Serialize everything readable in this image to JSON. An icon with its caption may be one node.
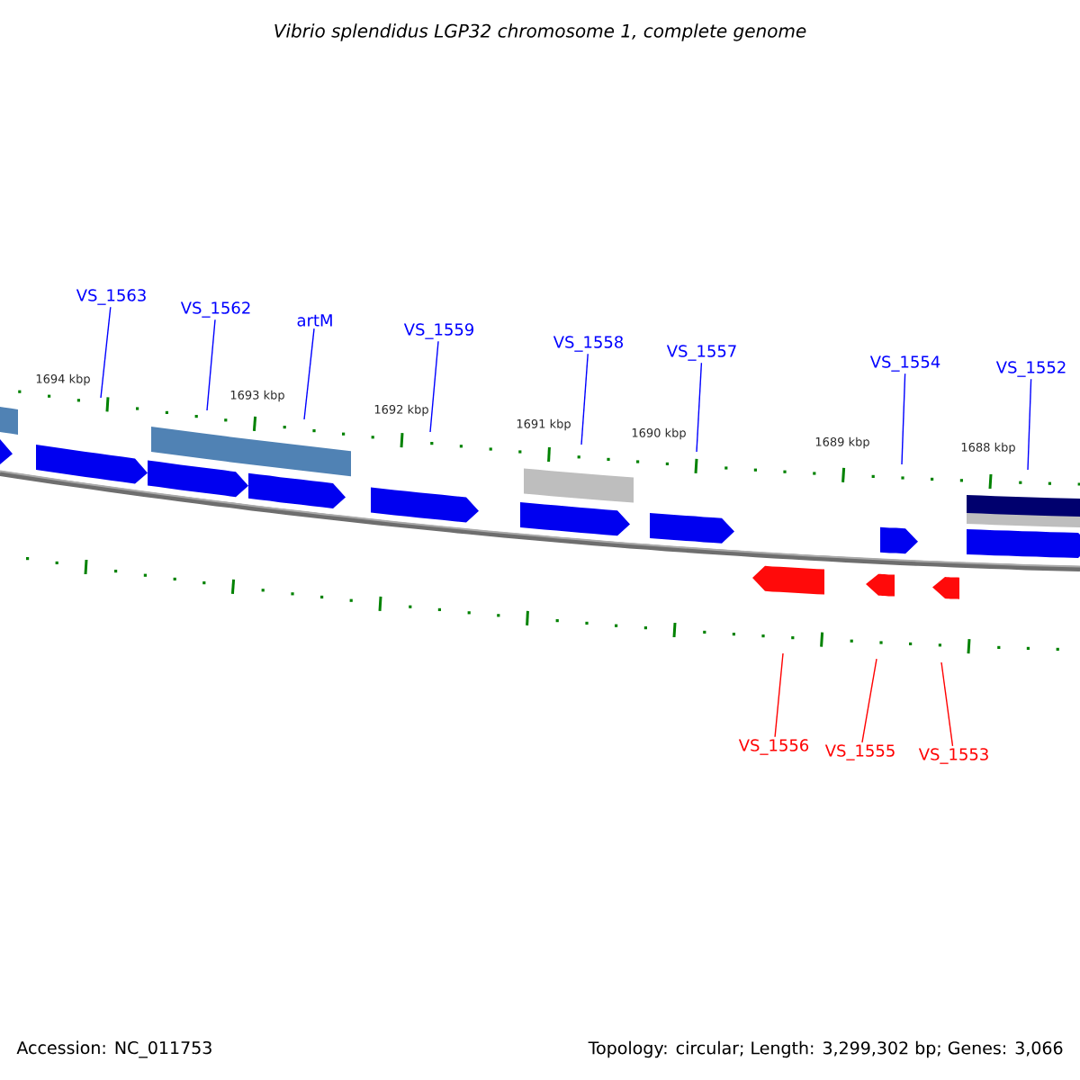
{
  "diagram": {
    "title": "Vibrio splendidus LGP32 chromosome 1, complete genome",
    "nodes": [
      {
        "text": [
          "VS_1563"
        ]
      },
      {
        "text": [
          "VS_1562"
        ]
      },
      {
        "text": [
          "artM"
        ]
      },
      {
        "text": [
          "VS_1559"
        ]
      },
      {
        "text": [
          "VS_1558"
        ]
      },
      {
        "text": [
          "VS_1557"
        ]
      },
      {
        "text": [
          "VS_1554"
        ]
      },
      {
        "text": [
          "VS_1552"
        ]
      },
      {
        "text": [
          "VS_1556"
        ]
      },
      {
        "text": [
          "VS_1555"
        ]
      },
      {
        "text": [
          "VS_1553"
        ]
      }
    ],
    "edges": [
      {
        "from": 0,
        "to": null,
        "arrow": "none"
      },
      {
        "from": 1,
        "to": null,
        "arrow": "none"
      },
      {
        "from": 2,
        "to": null,
        "arrow": "none"
      },
      {
        "from": 3,
        "to": null,
        "arrow": "none"
      },
      {
        "from": 4,
        "to": null,
        "arrow": "none"
      },
      {
        "from": 5,
        "to": null,
        "arrow": "none"
      },
      {
        "from": 6,
        "to": null,
        "arrow": "none"
      },
      {
        "from": 7,
        "to": null,
        "arrow": "none"
      },
      {
        "from": 8,
        "to": null,
        "arrow": "none",
        "color": "#ff0000"
      },
      {
        "from": 9,
        "to": null,
        "arrow": "none",
        "color": "#ff0000"
      },
      {
        "from": 10,
        "to": null,
        "arrow": "none",
        "color": "#ff0000"
      }
    ],
    "labels": [
      "1694 kbp",
      "1693 kbp",
      "1692 kbp",
      "1691 kbp",
      "1690 kbp",
      "1689 kbp",
      "1688 kbp",
      "Accession: NC_011753",
      "Topology: circular; Length: 3,299,302 bp; Genes: 3,066"
    ]
  }
}
